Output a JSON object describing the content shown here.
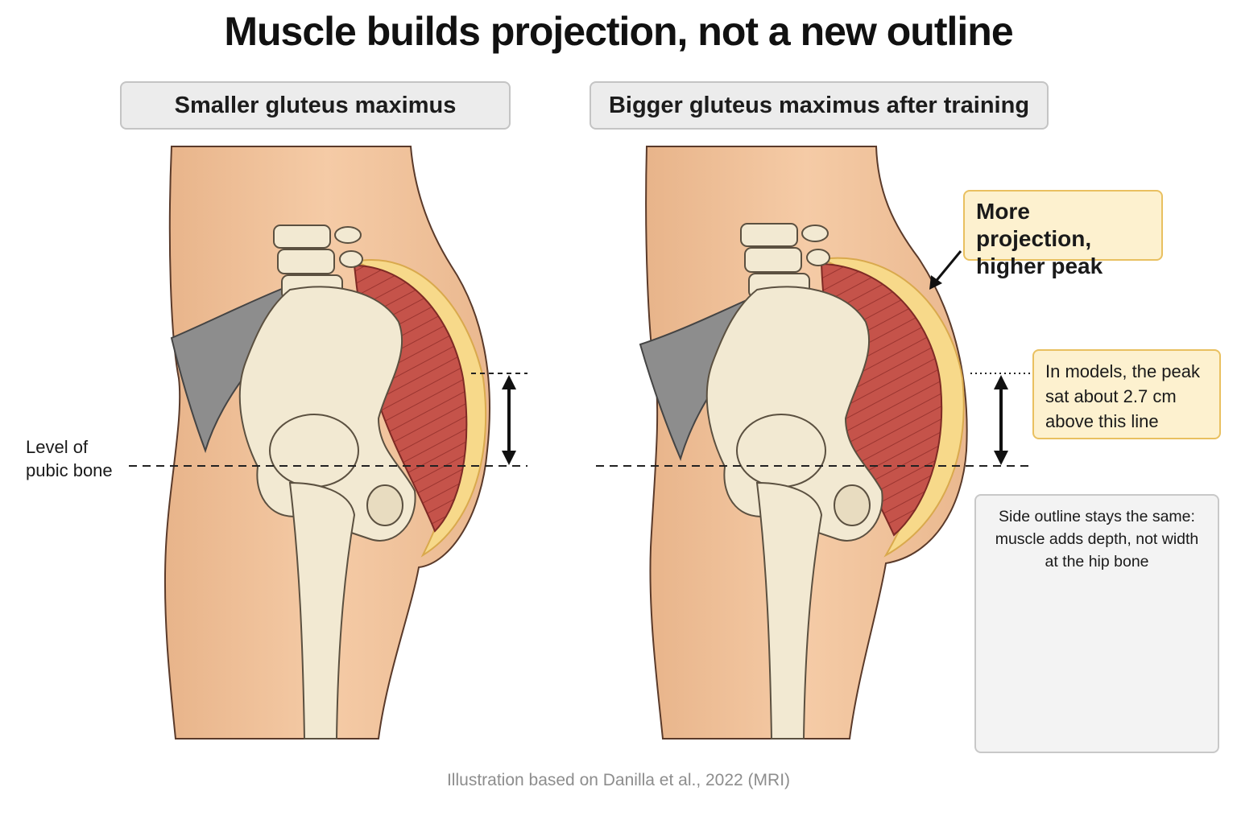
{
  "title": "Muscle builds projection, not a new outline",
  "panels": {
    "left_label": "Smaller gluteus maximus",
    "right_label": "Bigger gluteus maximus after training"
  },
  "annotations": {
    "pubic_level_label": "Level of\npubic bone",
    "projection_callout": "More projection, higher peak",
    "peak_callout": "In models, the peak\nsat about 2.7 cm\nabove this line"
  },
  "inset": {
    "text": "Side outline stays the same:\nmuscle adds depth, not width\nat the hip bone"
  },
  "credit": "Illustration based on Danilla et al., 2022 (MRI)",
  "colors": {
    "skin": "#f2c49c",
    "bone": "#f2e9d2",
    "muscle": "#c5534a",
    "fat_layer": "#f7d98a",
    "underwear": "#8d8d8d",
    "callout_fill": "#fdf1cf"
  }
}
